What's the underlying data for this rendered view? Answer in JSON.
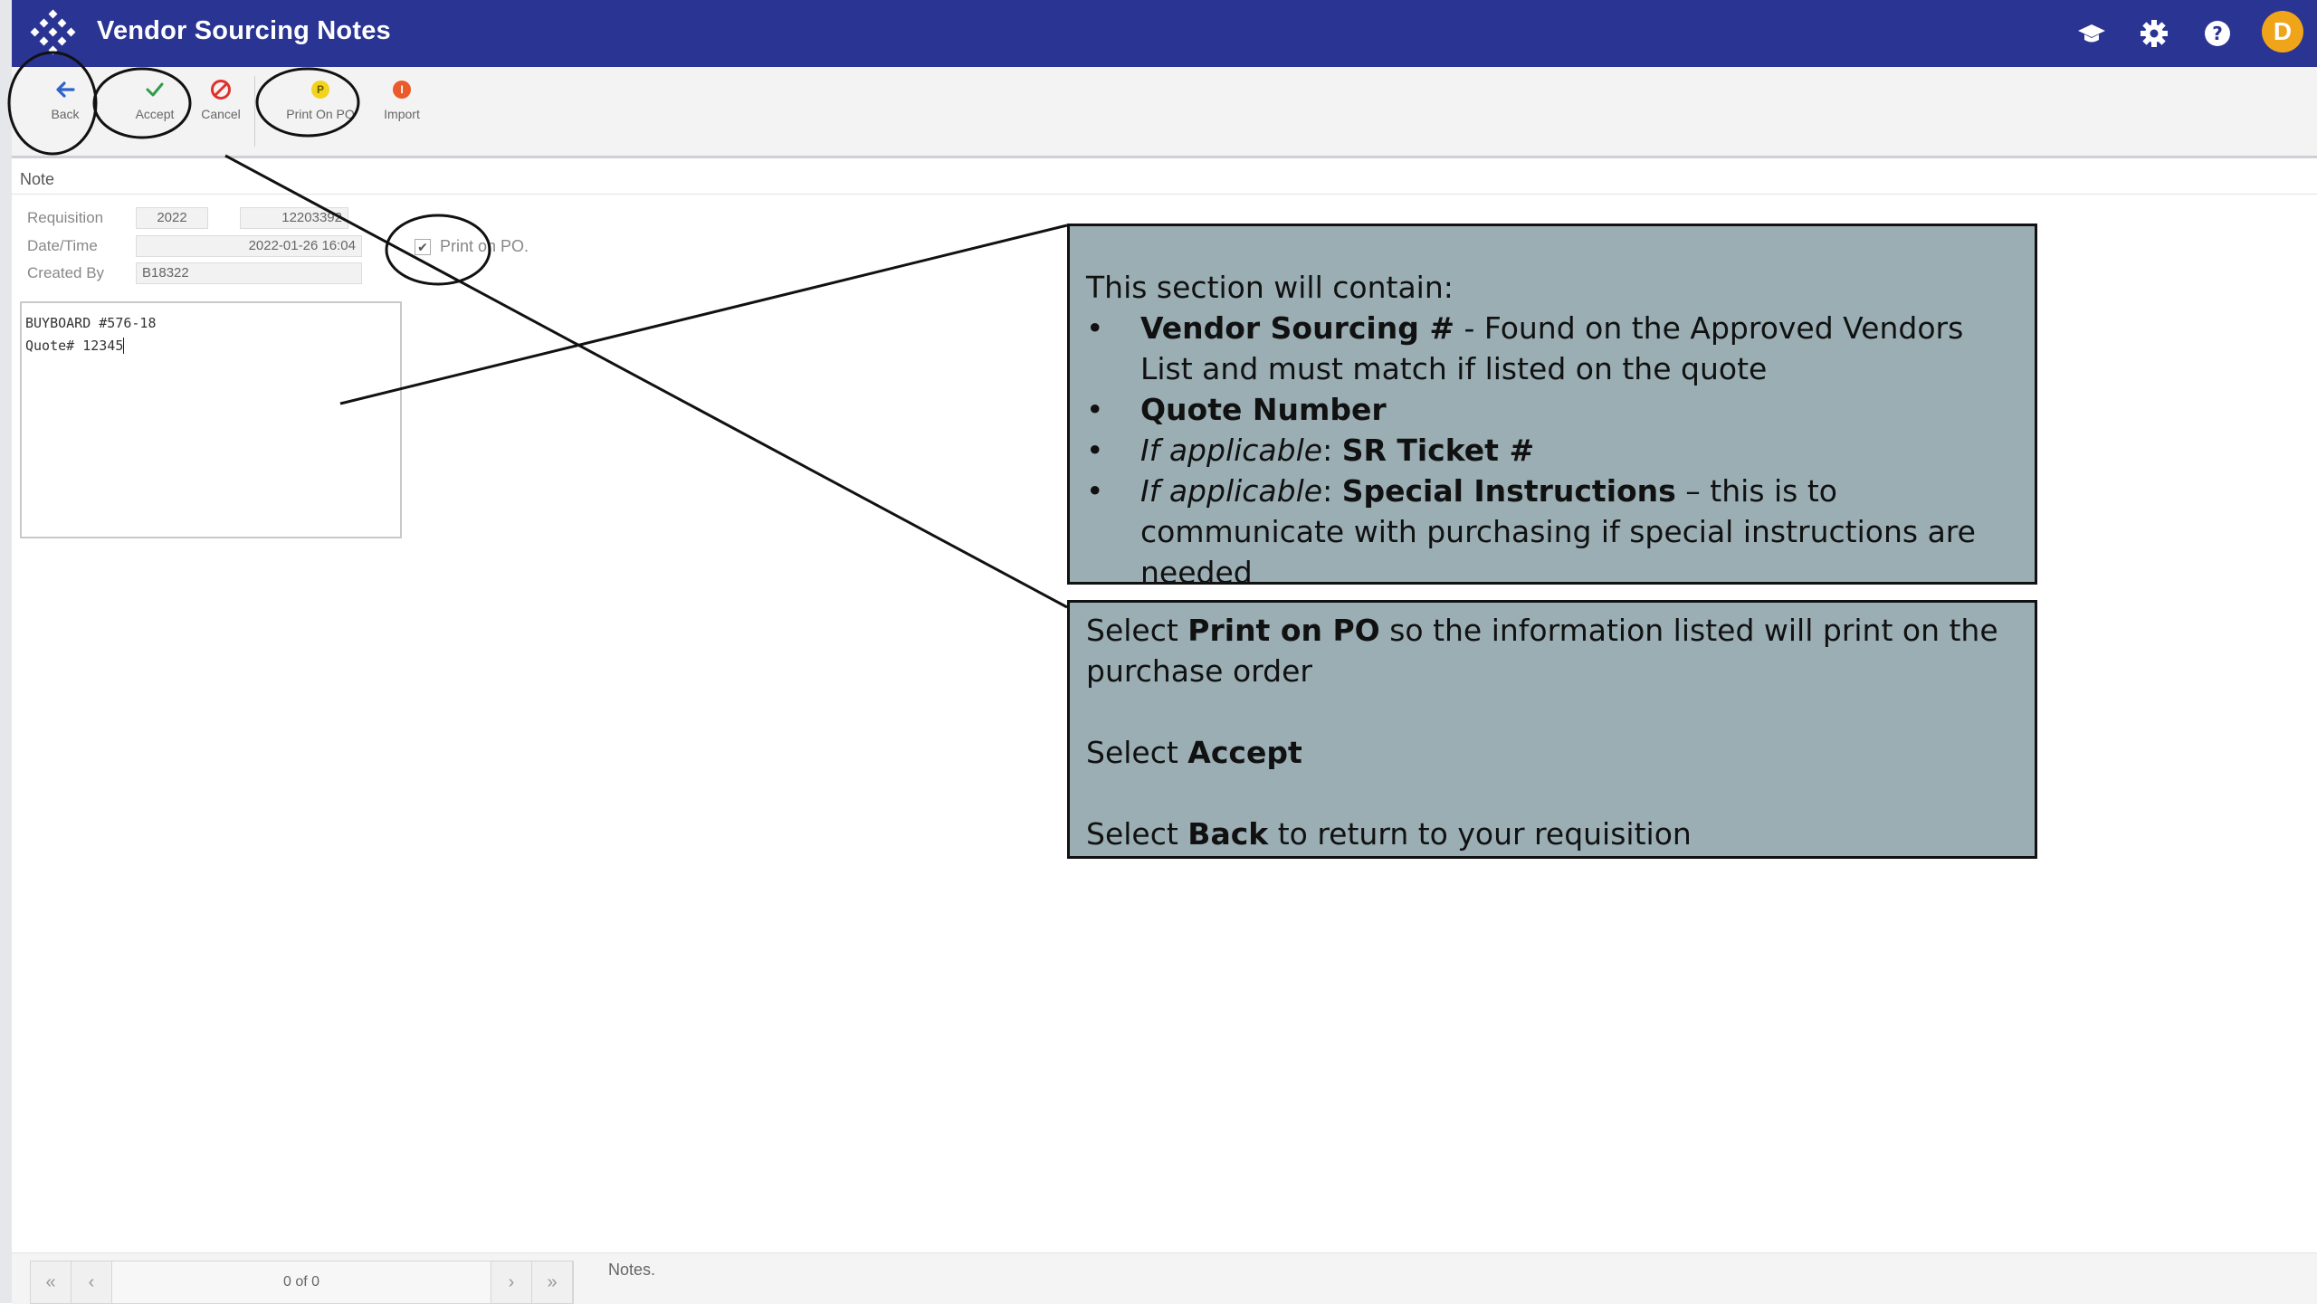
{
  "app": {
    "title": "Vendor Sourcing Notes",
    "accent": "#2a3493",
    "avatar_initial": "D",
    "header_icons": [
      "graduation-cap-icon",
      "gear-icon",
      "help-icon"
    ]
  },
  "toolbar": {
    "back_label": "Back",
    "accept_label": "Accept",
    "cancel_label": "Cancel",
    "print_label": "Print On PO",
    "print_badge": "P",
    "import_label": "Import",
    "import_badge": "I"
  },
  "form": {
    "section_label": "Note",
    "requisition_label": "Requisition",
    "requisition_year": "2022",
    "requisition_number": "12203392",
    "datetime_label": "Date/Time",
    "datetime_value": "2022-01-26 16:04",
    "created_by_label": "Created By",
    "created_by_value": "B18322",
    "print_on_po_label": "Print on PO.",
    "print_on_po_checked": true,
    "note_line1": "BUYBOARD #576-18",
    "note_line2": "Quote# 12345"
  },
  "callout1": {
    "intro": "This section will contain:",
    "b1_bold": "Vendor Sourcing #",
    "b1_text": " - Found on the Approved Vendors List and must match if listed on the quote",
    "b2_bold": "Quote Number",
    "b3_italic": "If applicable",
    "b3_colon": ": ",
    "b3_bold": "SR Ticket #",
    "b4_italic": "If applicable",
    "b4_colon": ": ",
    "b4_bold": "Special Instructions",
    "b4_text": " – this is to communicate with purchasing if special instructions are needed"
  },
  "callout2": {
    "s1_pre": "Select ",
    "s1_bold": "Print on PO",
    "s1_post": " so the information listed will print on the purchase order",
    "s2_pre": "Select ",
    "s2_bold": "Accept",
    "s3_pre": "Select ",
    "s3_bold": "Back",
    "s3_post": " to return to your requisition"
  },
  "footer": {
    "page_count": "0 of 0",
    "notes_label": "Notes."
  }
}
